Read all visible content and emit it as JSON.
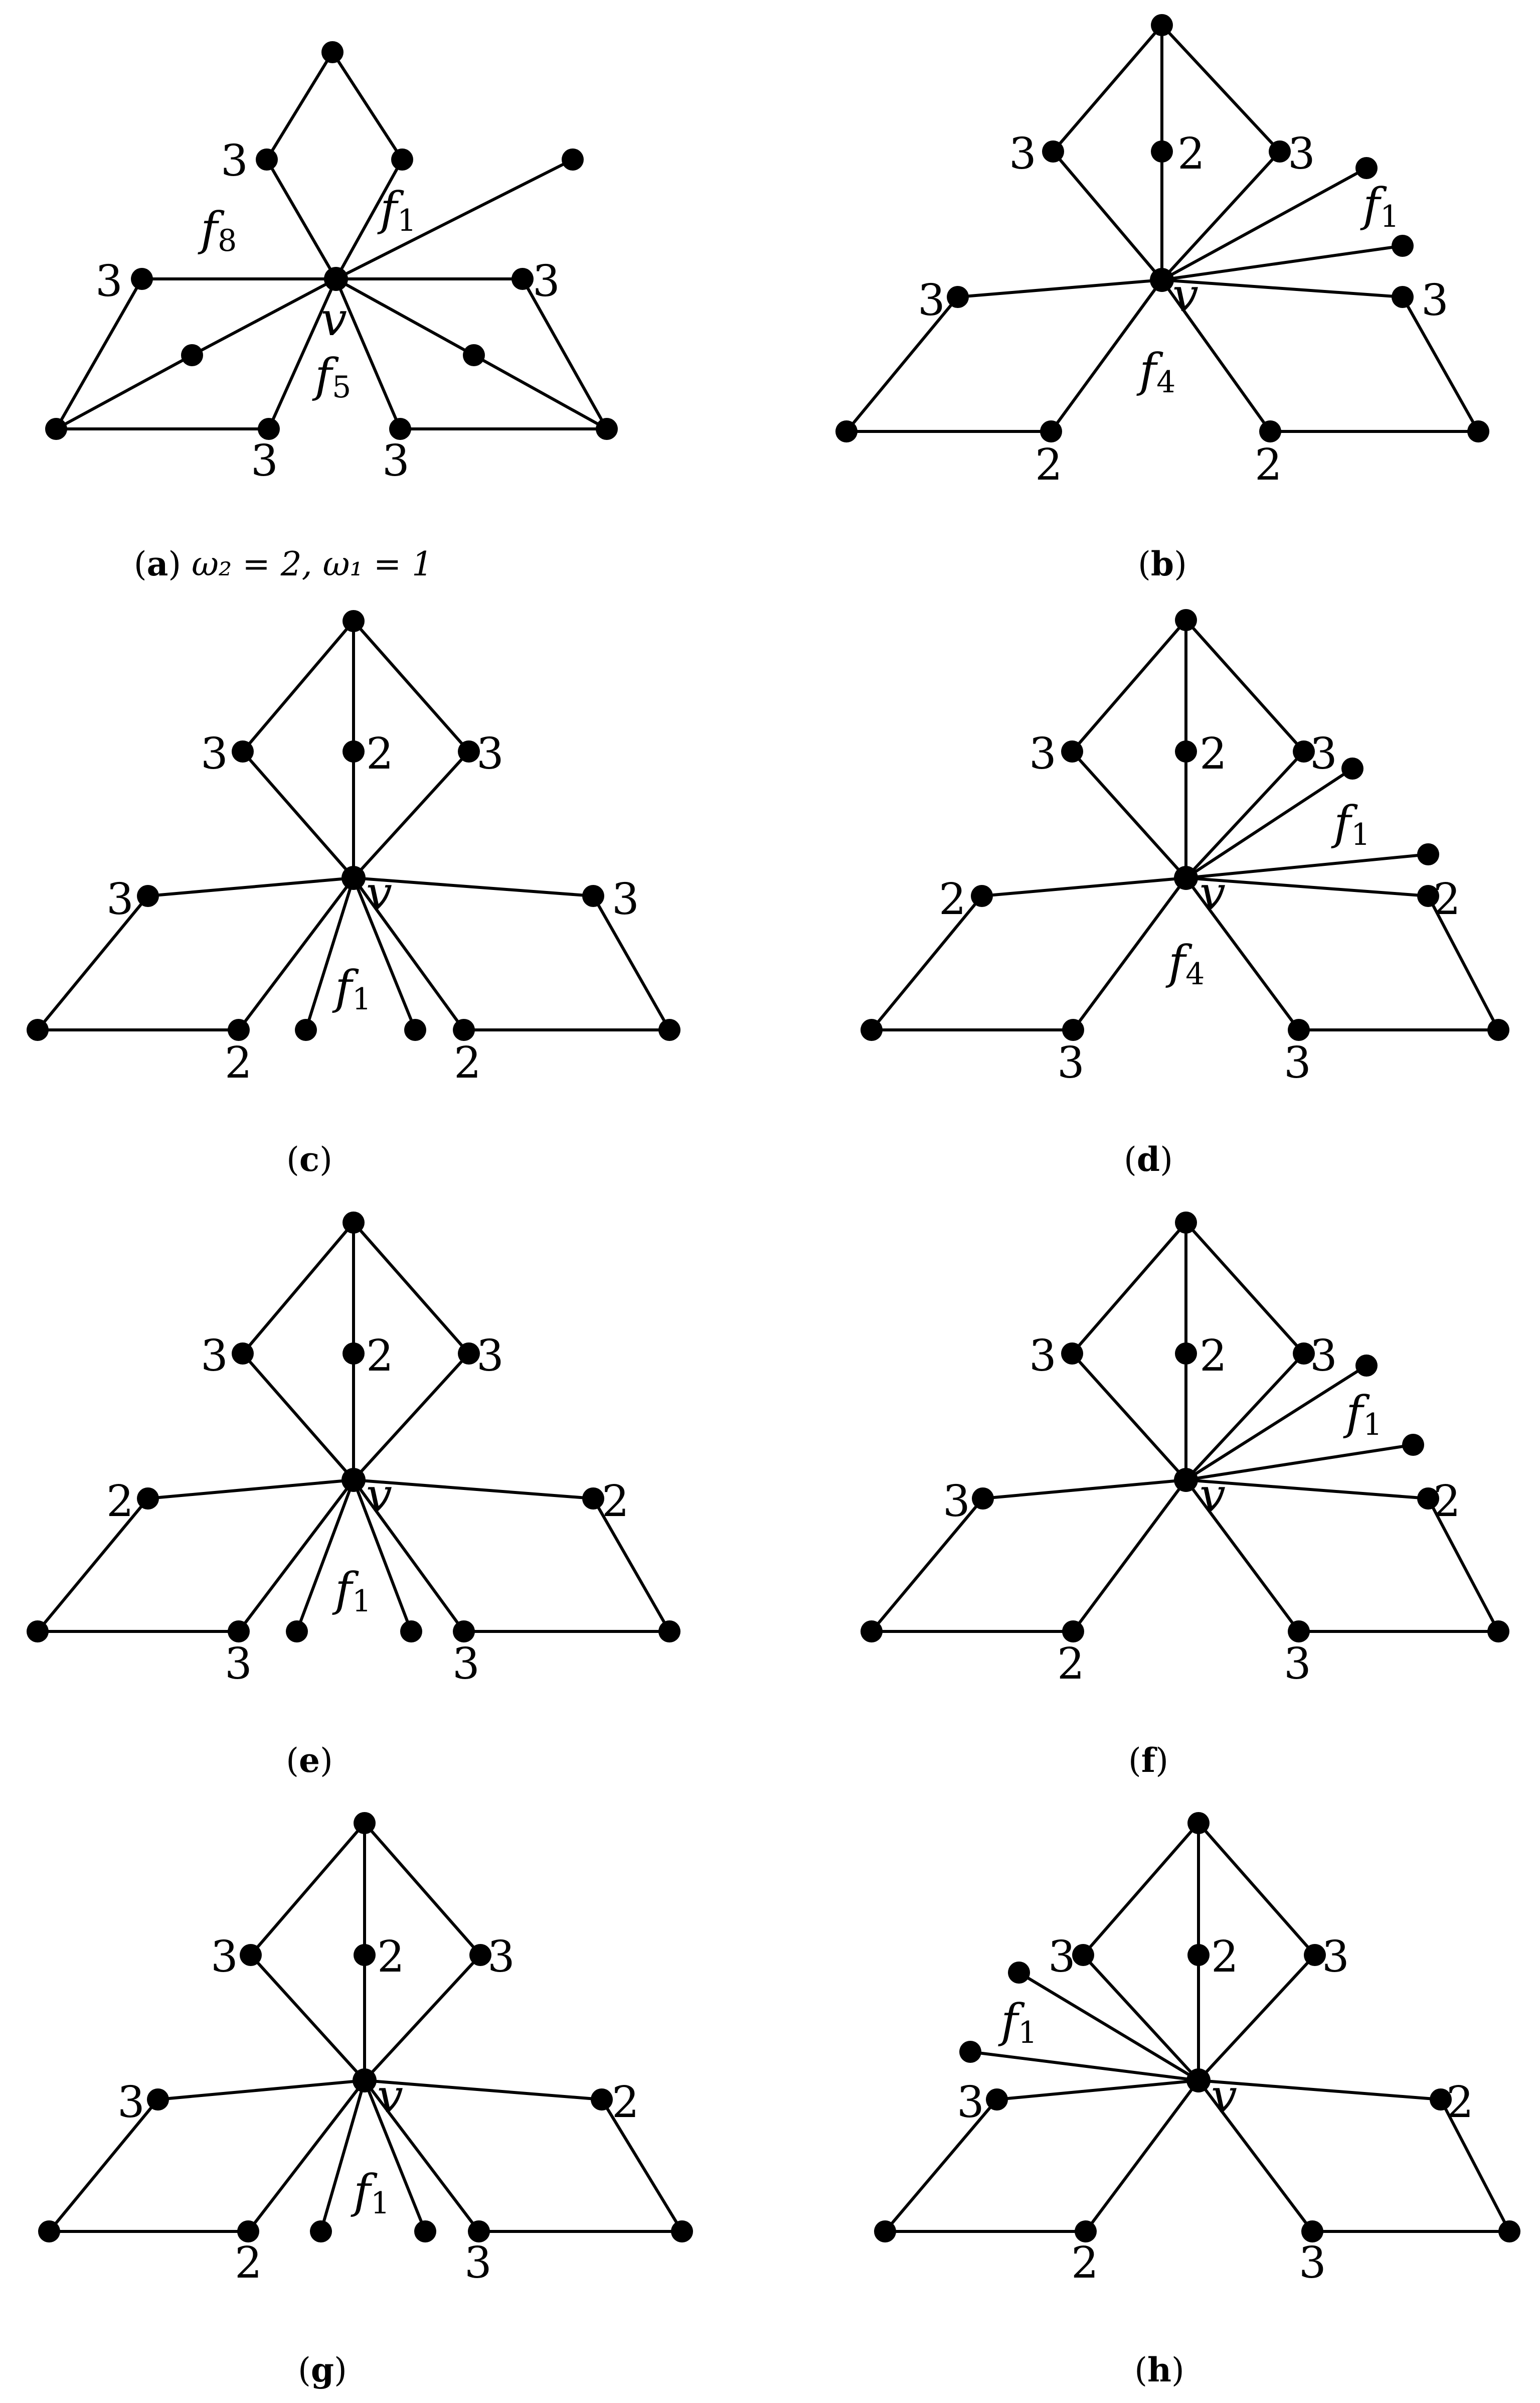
{
  "panels": [
    {
      "id": "a",
      "caption_letter": "a",
      "caption_math": "ω₂ = 2, ω₁ = 1",
      "labels": {
        "v": "v",
        "ul": "3",
        "ml": "3",
        "mr": "3",
        "bl": "3",
        "br": "3",
        "f1": "f",
        "f1_sub": "1",
        "f8": "f",
        "f8_sub": "8",
        "f5": "f",
        "f5_sub": "5"
      }
    },
    {
      "id": "b",
      "caption_letter": "b",
      "caption_math": "",
      "labels": {
        "v": "v",
        "ul": "3",
        "mid": "2",
        "ur": "3",
        "ml": "3",
        "mr": "3",
        "bl": "2",
        "br": "2",
        "f1": "f",
        "f1_sub": "1",
        "f4": "f",
        "f4_sub": "4"
      }
    },
    {
      "id": "c",
      "caption_letter": "c",
      "caption_math": "",
      "labels": {
        "v": "v",
        "ul": "3",
        "mid": "2",
        "ur": "3",
        "ml": "3",
        "mr": "3",
        "bl": "2",
        "br": "2",
        "f1": "f",
        "f1_sub": "1"
      }
    },
    {
      "id": "d",
      "caption_letter": "d",
      "caption_math": "",
      "labels": {
        "v": "v",
        "ul": "3",
        "mid": "2",
        "ur": "3",
        "ml": "2",
        "mr": "2",
        "bl": "3",
        "br": "3",
        "f1": "f",
        "f1_sub": "1",
        "f4": "f",
        "f4_sub": "4"
      }
    },
    {
      "id": "e",
      "caption_letter": "e",
      "caption_math": "",
      "labels": {
        "v": "v",
        "ul": "3",
        "mid": "2",
        "ur": "3",
        "ml": "2",
        "mr": "2",
        "bl": "3",
        "br": "3",
        "f1": "f",
        "f1_sub": "1"
      }
    },
    {
      "id": "f",
      "caption_letter": "f",
      "caption_math": "",
      "labels": {
        "v": "v",
        "ul": "3",
        "mid": "2",
        "ur": "3",
        "ml": "3",
        "mr": "2",
        "bl": "2",
        "br": "3",
        "f1": "f",
        "f1_sub": "1"
      }
    },
    {
      "id": "g",
      "caption_letter": "g",
      "caption_math": "",
      "labels": {
        "v": "v",
        "ul": "3",
        "mid": "2",
        "ur": "3",
        "ml": "3",
        "mr": "2",
        "bl": "2",
        "br": "3",
        "f1": "f",
        "f1_sub": "1"
      }
    },
    {
      "id": "h",
      "caption_letter": "h",
      "caption_math": "",
      "labels": {
        "v": "v",
        "ul": "3",
        "mid": "2",
        "ur": "3",
        "ml": "3",
        "mr": "2",
        "bl": "2",
        "br": "3",
        "f1": "f",
        "f1_sub": "1"
      }
    }
  ]
}
